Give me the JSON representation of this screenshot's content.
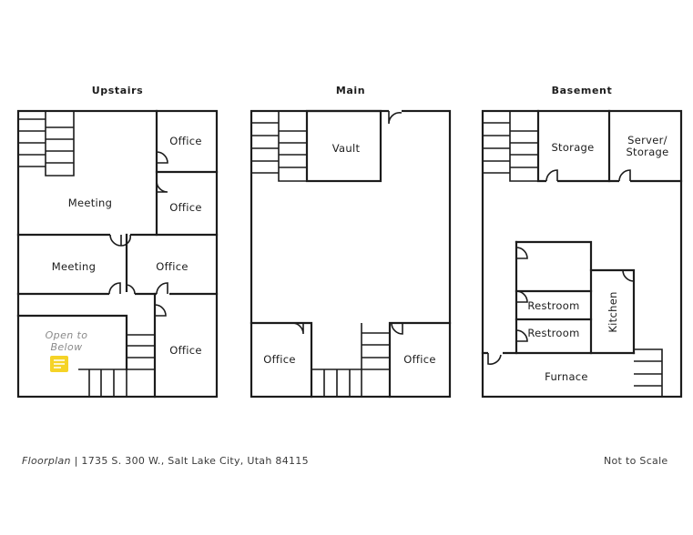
{
  "floors": {
    "upstairs": {
      "title": "Upstairs",
      "rooms": {
        "office_top": "Office",
        "office_mid": "Office",
        "meeting_large": "Meeting",
        "meeting_small": "Meeting",
        "office_right": "Office",
        "office_bottom": "Office"
      },
      "open_to_below_line1": "Open to",
      "open_to_below_line2": "Below",
      "highlight_color": "#f5d327"
    },
    "main": {
      "title": "Main",
      "rooms": {
        "vault": "Vault",
        "office_left": "Office",
        "office_right": "Office"
      }
    },
    "basement": {
      "title": "Basement",
      "rooms": {
        "storage": "Storage",
        "server_line1": "Server/",
        "server_line2": "Storage",
        "restroom_top": "Restroom",
        "restroom_bottom": "Restroom",
        "kitchen": "Kitchen",
        "furnace": "Furnace"
      }
    }
  },
  "footer": {
    "floorplan": "Floorplan",
    "address": " | 1735 S. 300 W., Salt Lake City, Utah 84115",
    "not_to_scale": "Not to Scale"
  }
}
